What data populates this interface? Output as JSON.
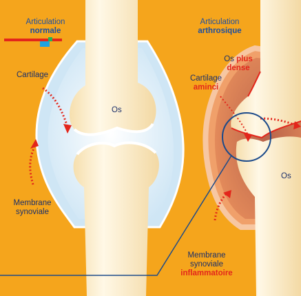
{
  "normal": {
    "title_line1": "Articulation",
    "title_line2": "normale",
    "cartilage_label": "Cartilage",
    "bone_label": "Os",
    "membrane_line1": "Membrane",
    "membrane_line2": "synoviale"
  },
  "arthrosis": {
    "title_line1": "Articulation",
    "title_line2": "arthrosique",
    "dense_bone_prefix": "Os",
    "dense_bone_highlight_1": "plus",
    "dense_bone_highlight_2": "dense",
    "cartilage_label": "Cartilage",
    "cartilage_highlight": "aminci",
    "bone_label": "Os",
    "membrane_line1": "Membrane",
    "membrane_line2": "synoviale",
    "membrane_highlight": "inflammatoire"
  },
  "colors": {
    "background": "#f5a51c",
    "bone": "#fdf3d6",
    "synovial_fluid": "#e9f4fb",
    "inflamed_membrane": "#c8765b",
    "arrow": "#e3261b",
    "title": "#1d4fa0"
  }
}
